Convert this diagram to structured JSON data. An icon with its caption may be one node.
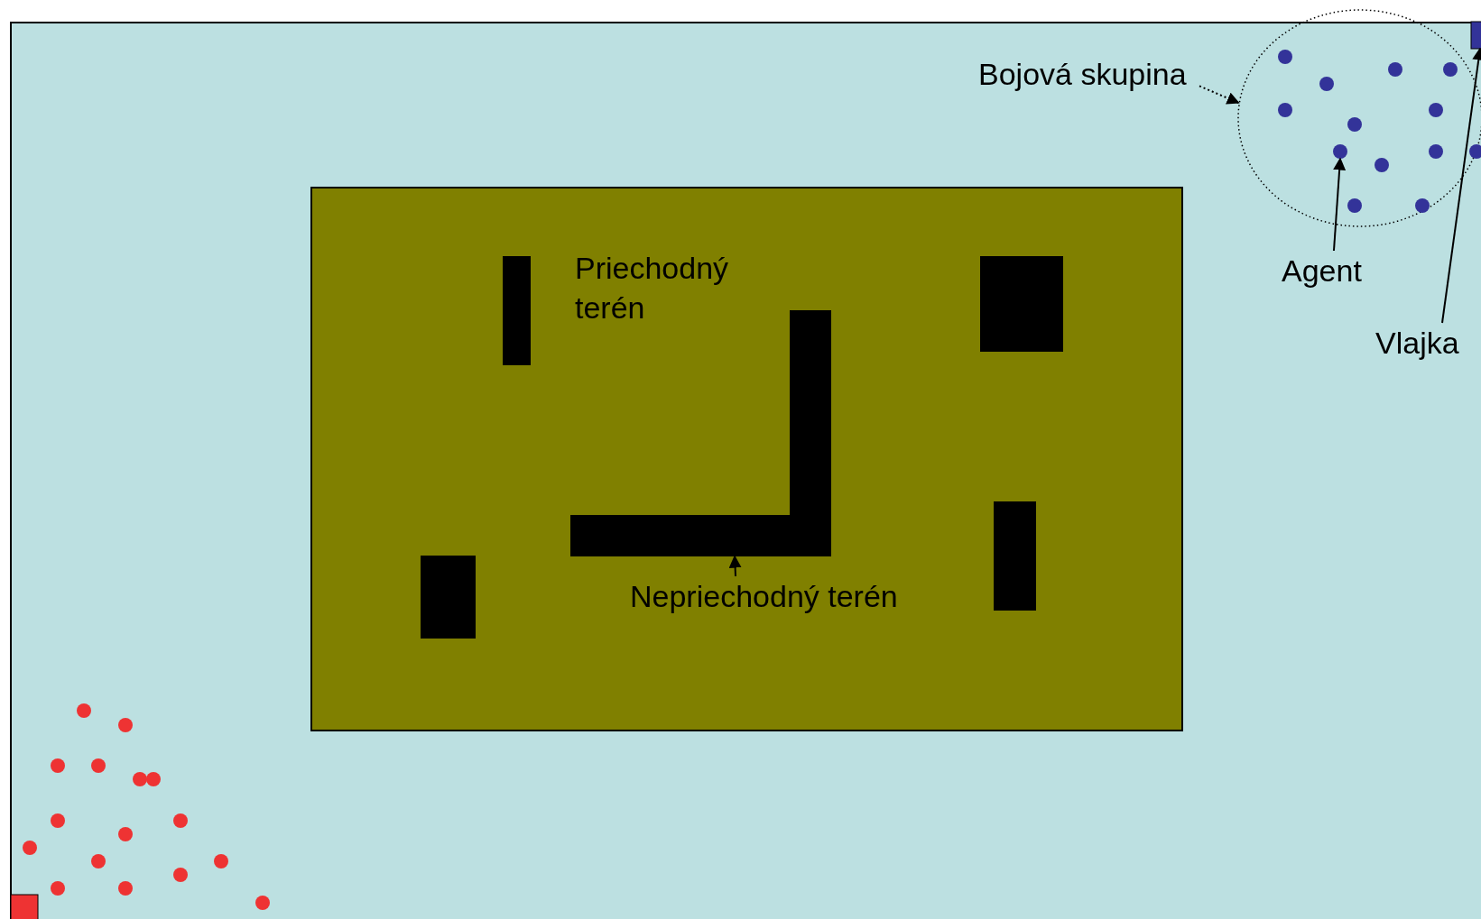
{
  "diagram": {
    "nodes": [
      {
        "text": [
          "Priechodný terén"
        ]
      },
      {
        "text": [],
        "shape": "box",
        "in": 0
      },
      {
        "text": [
          "Nepriechodný terén"
        ],
        "in": 0
      },
      {
        "text": [],
        "shape": "circle"
      },
      {
        "text": [
          "Bojová skupina"
        ]
      },
      {
        "text": [],
        "shape": "circle",
        "in": 3
      },
      {
        "text": [
          "Agent"
        ]
      },
      {
        "text": [],
        "shape": "box"
      },
      {
        "text": [
          "Vlajka"
        ]
      },
      {
        "text": [],
        "shape": "box",
        "in": 0
      },
      {
        "text": [],
        "shape": "box",
        "in": 0
      },
      {
        "text": [],
        "shape": "box",
        "in": 0
      },
      {
        "text": [],
        "shape": "box",
        "in": 0
      }
    ],
    "edges": [
      {
        "from": 2,
        "to": 1,
        "arrow": "to"
      },
      {
        "from": 4,
        "to": 3,
        "arrow": "to",
        "style": "dashed"
      },
      {
        "from": 6,
        "to": 5,
        "arrow": "to"
      },
      {
        "from": 8,
        "to": 7,
        "arrow": "to"
      }
    ]
  }
}
